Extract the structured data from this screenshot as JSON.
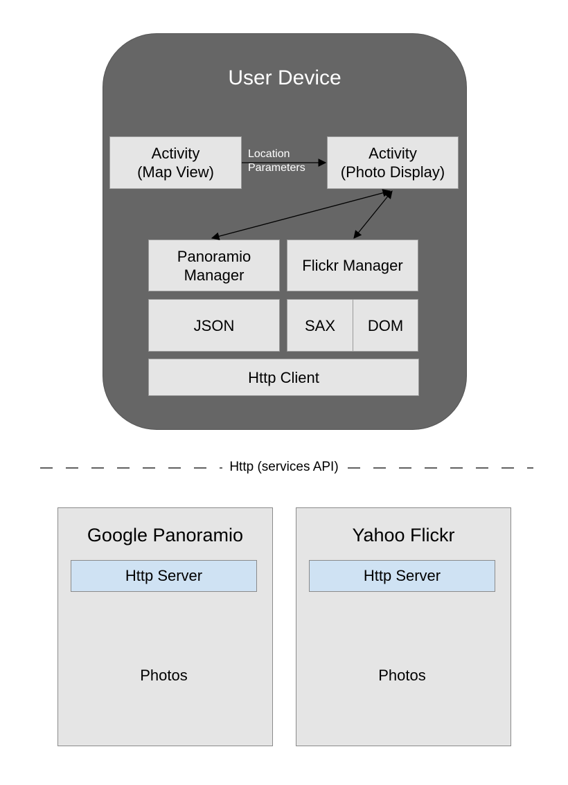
{
  "device": {
    "title": "User Device",
    "activity_map": "Activity\n(Map View)",
    "activity_photo": "Activity\n(Photo Display)",
    "location_params": "Location\nParameters",
    "panoramio_manager": "Panoramio\nManager",
    "flickr_manager": "Flickr Manager",
    "json": "JSON",
    "sax": "SAX",
    "dom": "DOM",
    "http_client": "Http Client"
  },
  "connection": {
    "label": "Http (services API)"
  },
  "servers": {
    "google": {
      "title": "Google Panoramio",
      "http_server": "Http Server",
      "photos": "Photos"
    },
    "yahoo": {
      "title": "Yahoo Flickr",
      "http_server": "Http Server",
      "photos": "Photos"
    }
  },
  "colors": {
    "device_bg": "#666666",
    "component_bg": "#e5e5e5",
    "server_bg": "#e5e5e5",
    "storage_bg": "#cfe2f3"
  }
}
